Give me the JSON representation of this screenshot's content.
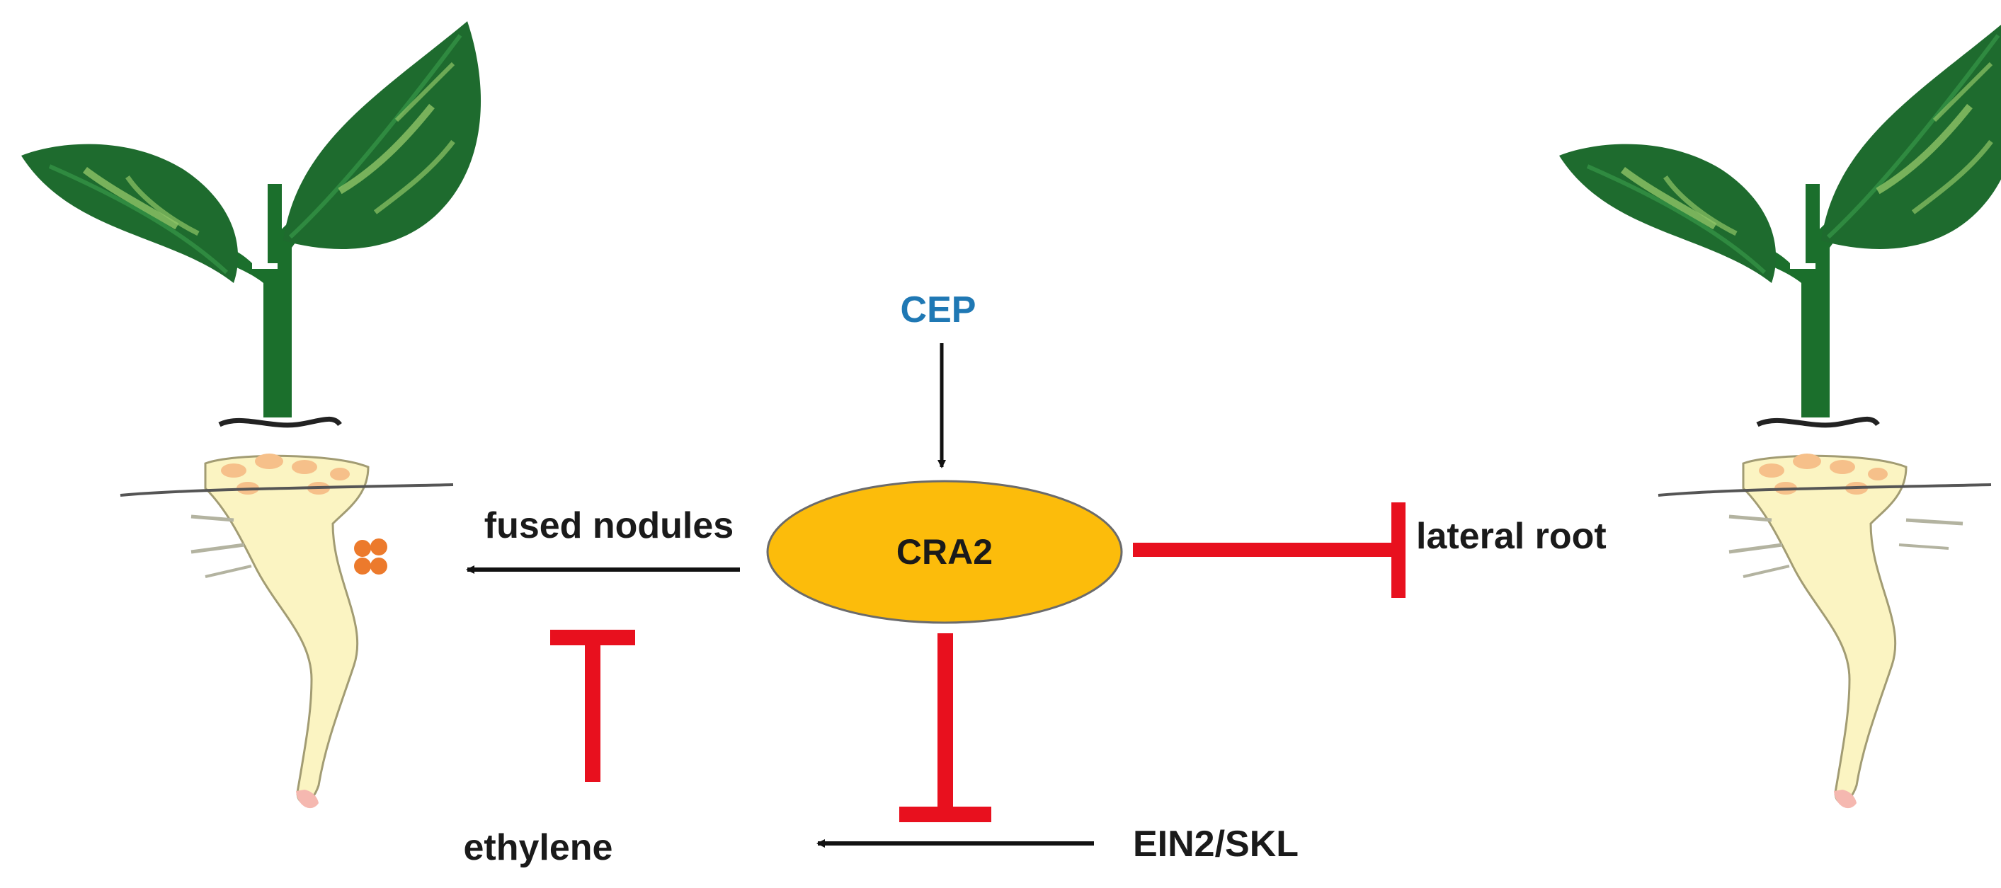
{
  "labels": {
    "cep": "CEP",
    "cra2": "CRA2",
    "fused_nodules": "fused nodules",
    "lateral_root": "lateral root",
    "ethylene": "ethylene",
    "ein2_skl": "EIN2/SKL"
  },
  "colors": {
    "leaf": "#1e6b2e",
    "leaf_vein": "#8fc466",
    "stem": "#1b6f2c",
    "root": "#fbf4c2",
    "root_outline": "#a29c73",
    "nodule": "#ec7a2c",
    "cra2_fill": "#fcbc0b",
    "cra2_stroke": "#6b6b6b",
    "inhibition": "#e8101e",
    "activation": "#111111",
    "cep_text": "#1f78b4"
  }
}
